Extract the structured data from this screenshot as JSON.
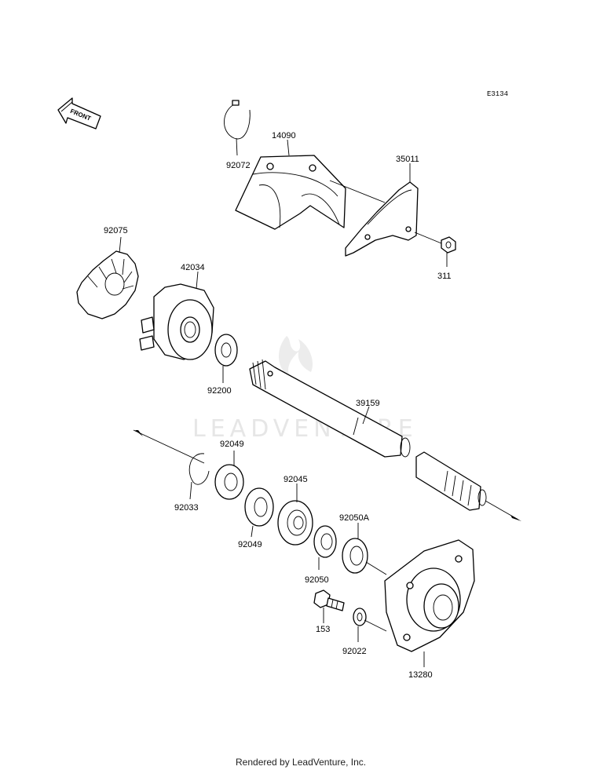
{
  "diagram_code": "E3134",
  "front_label": "FRONT",
  "watermark": "LEADVENTURE",
  "footer": "Rendered by LeadVenture, Inc.",
  "callouts": {
    "p92072": "92072",
    "p14090": "14090",
    "p35011": "35011",
    "p311": "311",
    "p92075": "92075",
    "p42034": "42034",
    "p92200": "92200",
    "p39159": "39159",
    "p92049a": "92049",
    "p92033": "92033",
    "p92045": "92045",
    "p92049b": "92049",
    "p92050a": "92050A",
    "p92050": "92050",
    "p153": "153",
    "p92022": "92022",
    "p13280": "13280"
  }
}
